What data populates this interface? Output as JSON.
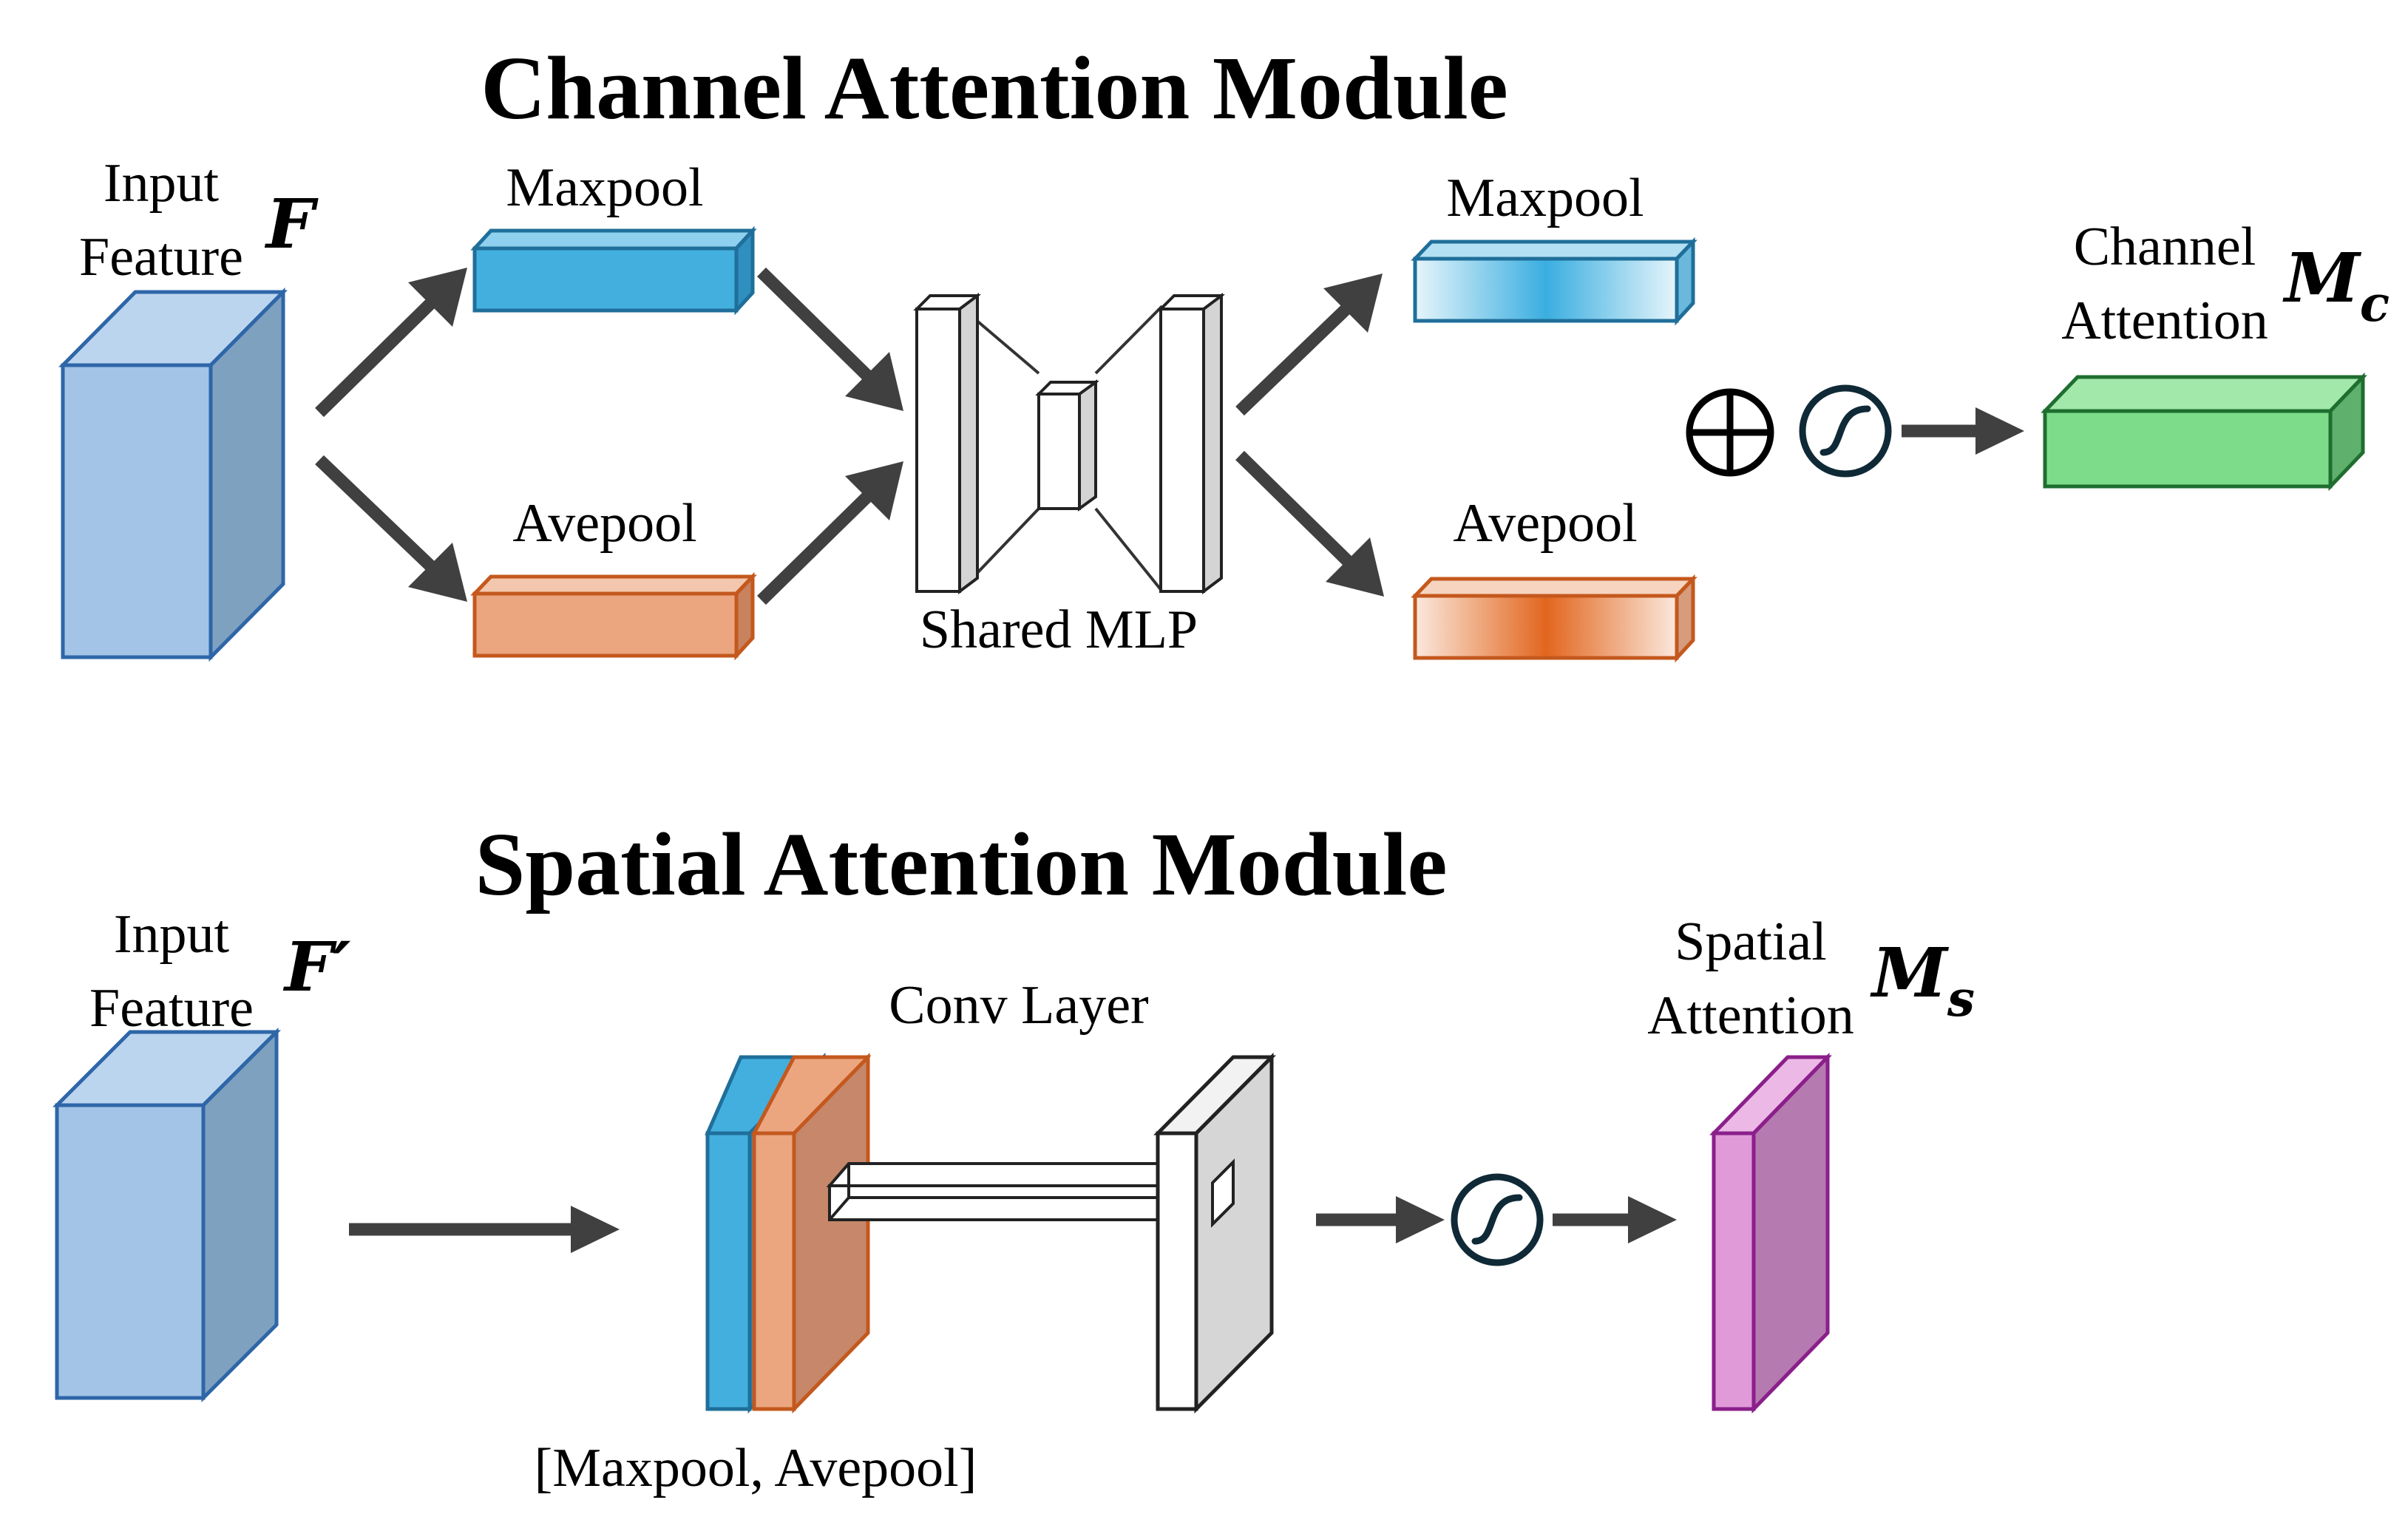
{
  "channel": {
    "title": "Channel Attention Module",
    "input_line1": "Input",
    "input_line2": "Feature",
    "input_symbol": "F",
    "maxpool_in": "Maxpool",
    "avepool_in": "Avepool",
    "mlp_label": "Shared MLP",
    "maxpool_out": "Maxpool",
    "avepool_out": "Avepool",
    "output_line1": "Channel",
    "output_line2": "Attention",
    "output_symbol": "M",
    "output_subscript": "c"
  },
  "spatial": {
    "title": "Spatial Attention Module",
    "input_line1": "Input",
    "input_line2": "Feature",
    "input_symbol": "F′",
    "conv_label": "Conv Layer",
    "concat_label": "[Maxpool, Avepool]",
    "output_line1": "Spatial",
    "output_line2": "Attention",
    "output_symbol": "M",
    "output_subscript": "s"
  },
  "colors": {
    "input_cube": "#a3c4e6",
    "maxpool": "#43afde",
    "avepool": "#eba680",
    "channel_attention": "#7ddc8a",
    "spatial_attention": "#e09ad8",
    "arrow": "#404040"
  },
  "icons": [
    "element-wise-sum-icon",
    "sigmoid-icon"
  ]
}
